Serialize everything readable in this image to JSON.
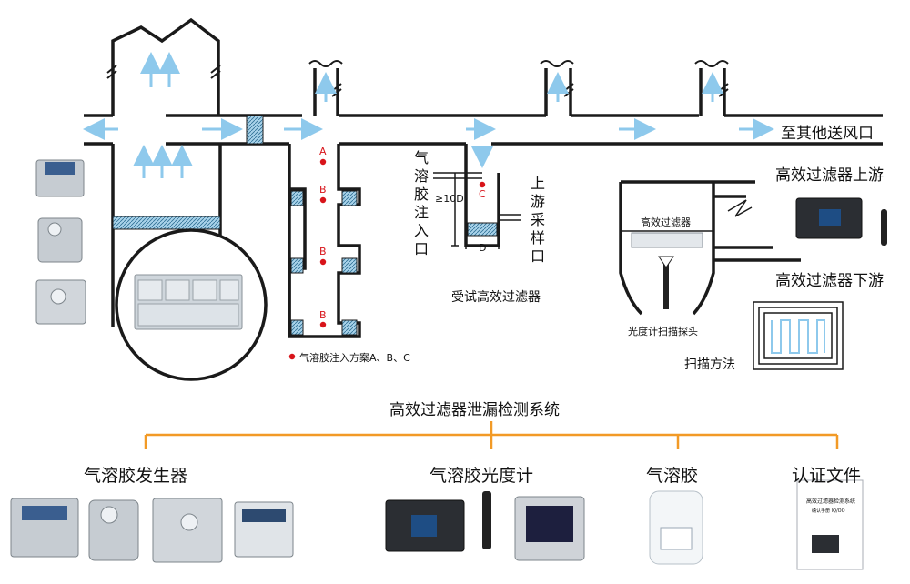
{
  "diagram": {
    "to_other_outlets": "至其他送风口",
    "aerosol_injection_port": "气溶胶注入口",
    "upstream_sampling_port": "上游采样口",
    "ten_d": "≥10D",
    "d_label": "D",
    "point_a": "A",
    "point_b": "B",
    "point_c": "C",
    "filter_under_test": "受试高效过滤器",
    "hepa_filter_box": "高效过滤器",
    "probe_label": "光度计扫描探头",
    "scan_method": "扫描方法",
    "filter_upstream": "高效过滤器上游",
    "filter_downstream": "高效过滤器下游",
    "injection_plan": "气溶胶注入方案A、B、C",
    "system_title": "高效过滤器泄漏检测系统",
    "categories": [
      "气溶胶发生器",
      "气溶胶光度计",
      "气溶胶",
      "认证文件"
    ],
    "doc_title": "高效过滤器检测系统",
    "doc_subtitle": "确认手册 IQ/OQ"
  },
  "colors": {
    "duct": "#1a1a1a",
    "arrow": "#8ec9ec",
    "filter_fill": "#a9d3ea",
    "point_red": "#d8141a",
    "tree_orange": "#f29a26"
  }
}
